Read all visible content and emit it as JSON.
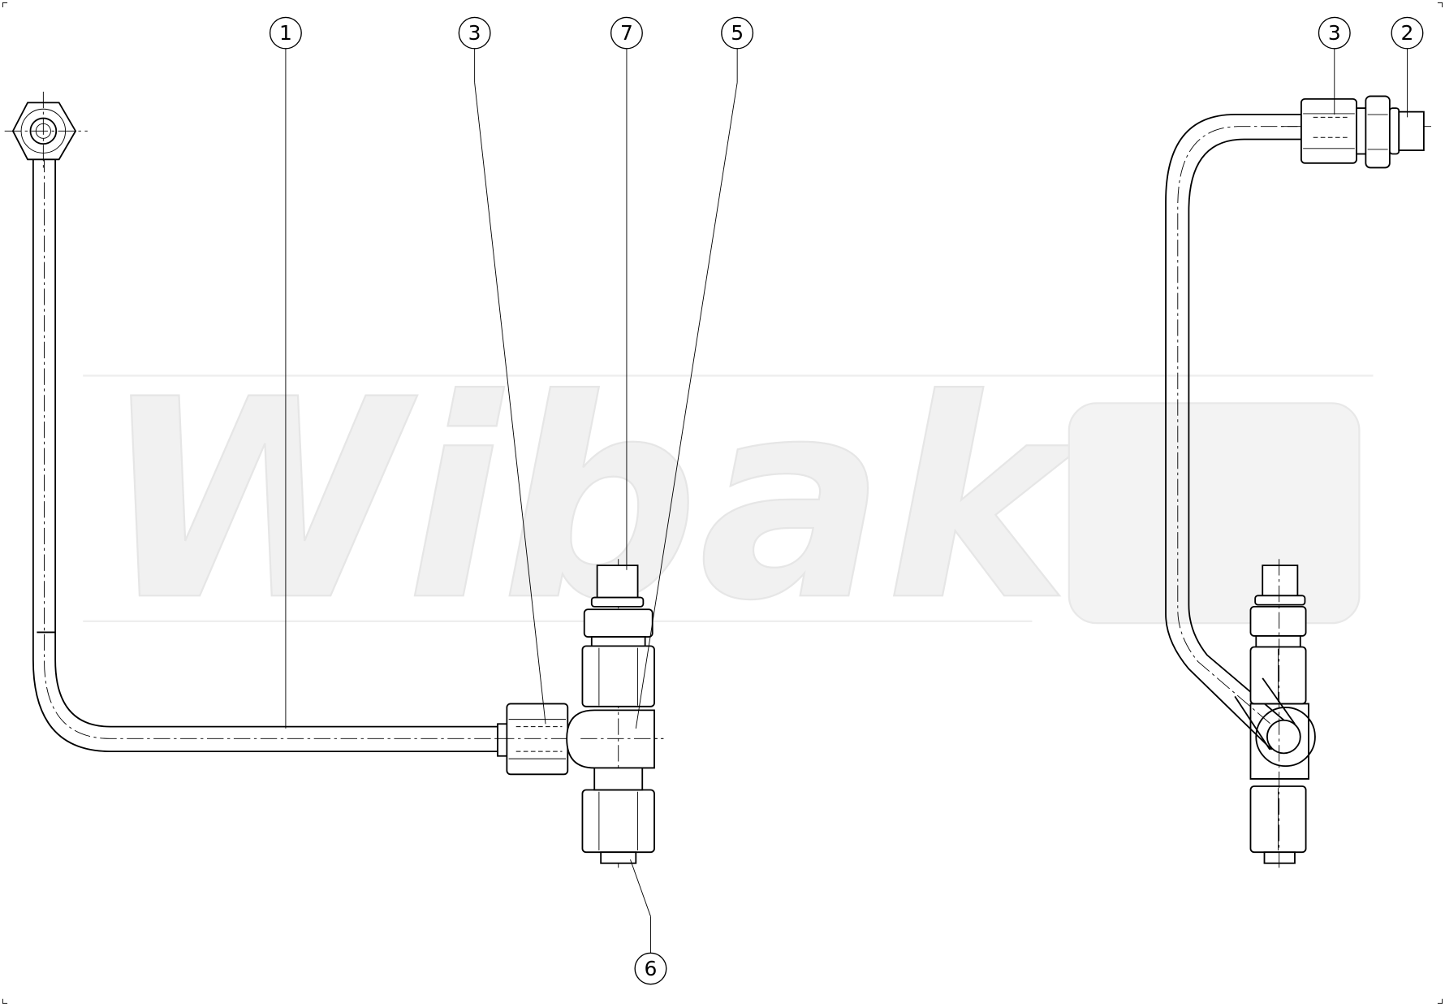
{
  "drawing": {
    "watermark": "Wibako",
    "balloons": {
      "left_1": "1",
      "left_3": "3",
      "left_7": "7",
      "left_5": "5",
      "left_6": "6",
      "right_3": "3",
      "right_2": "2"
    }
  }
}
